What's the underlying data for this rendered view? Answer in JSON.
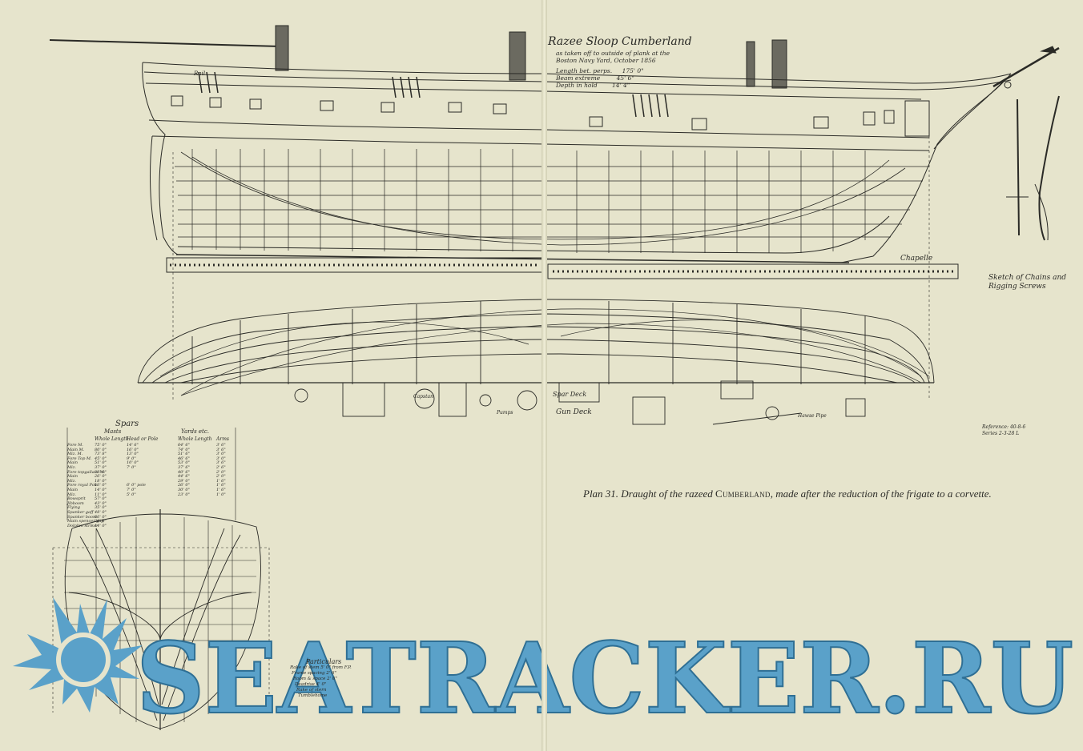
{
  "plate": {
    "title": "Razee Sloop Cumberland",
    "subtitle": "as taken off to outside of plank at the Boston Navy Yard, October 1856",
    "dimensions": [
      {
        "label": "Length bet. perps.",
        "value": "175' 0\""
      },
      {
        "label": "Beam extreme",
        "value": "45' 6\""
      },
      {
        "label": "Depth in hold",
        "value": "14' 4\""
      }
    ],
    "rigging_note": "Sketch of Chains and Rigging Screws",
    "reference": "Reference: 40-8-6 Series 2-3-28 L",
    "signature": "Chapelle",
    "labels": {
      "rail": "Rail",
      "gun_deck": "Gun Deck",
      "spar_deck": "Spar Deck",
      "capstan": "Capstan",
      "pumps": "Pumps",
      "hawse_pipe": "Hawse Pipe"
    }
  },
  "spars_table": {
    "title": "Spars",
    "masts_header": "Masts",
    "yards_header": "Yards etc.",
    "columns": [
      "",
      "Whole Length",
      "Head or Pole",
      "Whole Length",
      "Arms"
    ],
    "rows": [
      [
        "Fore M.",
        "75' 0\"",
        "14' 6\"",
        "64' 6\"",
        "3' 6\""
      ],
      [
        "Main M.",
        "80' 0\"",
        "16' 0\"",
        "74' 0\"",
        "3' 6\""
      ],
      [
        "Miz. M.",
        "73' 8\"",
        "13' 0\"",
        "51' 6\"",
        "3' 0\""
      ],
      [
        "Fore Top M.",
        "45' 0\"",
        "9' 0\"",
        "46' 6\"",
        "3' 0\""
      ],
      [
        "Main",
        "51' 0\"",
        "10' 0\"",
        "53' 0\"",
        "3' 6\""
      ],
      [
        "Miz.",
        "37' 0\"",
        "7' 0\"",
        "37' 6\"",
        "2' 6\""
      ],
      [
        "Fore topgallant M.",
        "23' 0\"",
        "",
        "40' 6\"",
        "2' 0\""
      ],
      [
        "Main",
        "26' 0\"",
        "",
        "44' 6\"",
        "2' 0\""
      ],
      [
        "Miz.",
        "18' 0\"",
        "",
        "29' 0\"",
        "1' 6\""
      ],
      [
        "Fore royal Pole",
        "13' 0\"",
        "6' 0\" pole",
        "26' 0\"",
        "1' 6\""
      ],
      [
        "Main",
        "14' 0\"",
        "7' 0\"",
        "30' 0\"",
        "1' 6\""
      ],
      [
        "Miz.",
        "11' 0\"",
        "5' 0\"",
        "23' 0\"",
        "1' 0\""
      ],
      [
        "Bowsprit",
        "57' 0\"",
        "",
        "",
        ""
      ],
      [
        "Jibboom",
        "43' 0\"",
        "",
        "",
        ""
      ],
      [
        "Flying",
        "35' 0\"",
        "",
        "",
        ""
      ],
      [
        "Spanker gaff",
        "48' 0\"",
        "",
        "",
        ""
      ],
      [
        "Spanker boom",
        "66' 0\"",
        "",
        "",
        ""
      ],
      [
        "Main spencer gaff",
        "36' 0\"",
        "",
        "",
        ""
      ],
      [
        "Dolphin striker",
        "14' 0\"",
        "",
        "",
        ""
      ]
    ]
  },
  "particulars": {
    "title": "Particulars",
    "lines": [
      "Rake of stem 5' 0\" from F.P.",
      "Frame spacing 2' 6\"",
      "Room & space 2' 6\"",
      "Deadrise 4' 0\"",
      "Rake of stern",
      "Tumblehome"
    ]
  },
  "caption": {
    "prefix": "Plan 31. Draught of the razeed",
    "ship": "Cumberland",
    "suffix": ", made after the reduction of the frigate to a corvette."
  },
  "watermark": {
    "text": "SEATRACKER.RU",
    "color": "#5aa1c9"
  },
  "colors": {
    "paper": "#e6e4cc",
    "ink": "#2a2a26"
  }
}
